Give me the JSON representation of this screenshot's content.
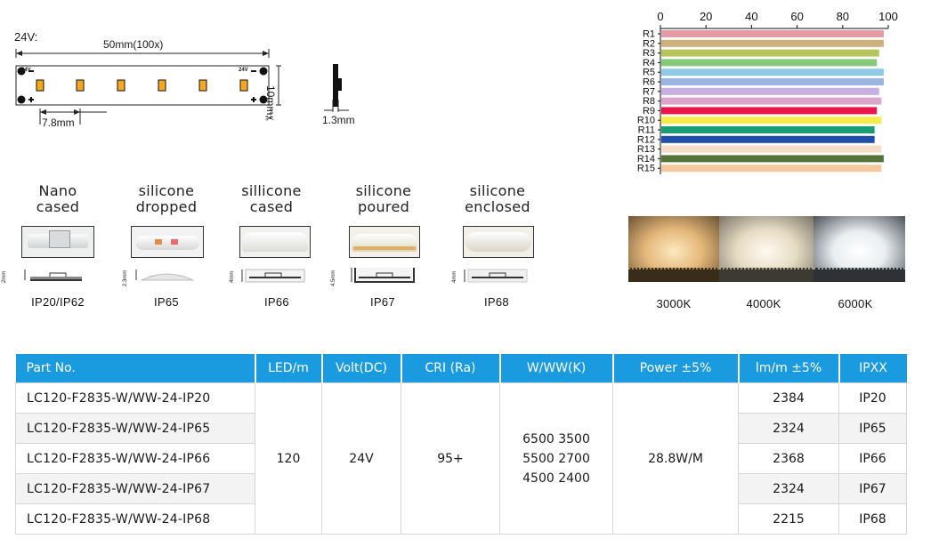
{
  "dimension": {
    "voltage": "24V:",
    "length": "50mm(100x)",
    "pitch": "7.8mm",
    "width": "10mm",
    "thickness": "1.3mm",
    "pcb_marks": [
      "24V",
      "24V"
    ]
  },
  "encapsulations": [
    {
      "line1": "Nano",
      "line2": "cased",
      "height": "2mm",
      "ip": "IP20/IP62"
    },
    {
      "line1": "silicone",
      "line2": "dropped",
      "height": "2.3mm",
      "ip": "IP65"
    },
    {
      "line1": "sillicone",
      "line2": "cased",
      "height": "4mm",
      "ip": "IP66"
    },
    {
      "line1": "silicone",
      "line2": "poured",
      "height": "4.5mm",
      "ip": "IP67"
    },
    {
      "line1": "silicone",
      "line2": "enclosed",
      "height": "4mm",
      "ip": "IP68"
    }
  ],
  "cri_chart": {
    "axis_ticks": [
      "0",
      "20",
      "40",
      "60",
      "80",
      "100"
    ]
  },
  "chart_data": {
    "type": "bar",
    "orientation": "horizontal",
    "categories": [
      "R1",
      "R2",
      "R3",
      "R4",
      "R5",
      "R6",
      "R7",
      "R8",
      "R9",
      "R10",
      "R11",
      "R12",
      "R13",
      "R14",
      "R15"
    ],
    "values": [
      98,
      98,
      96,
      95,
      98,
      98,
      96,
      97,
      95,
      97,
      94,
      94,
      97,
      98,
      97
    ],
    "colors": [
      "#e59aa8",
      "#cdb07c",
      "#b6c45a",
      "#86c97a",
      "#8fcbe6",
      "#9ab5e2",
      "#c7aee0",
      "#dca6cc",
      "#e8164a",
      "#f7ec4c",
      "#1a9c74",
      "#1f4fa6",
      "#f6ddca",
      "#56743a",
      "#f5c99d"
    ],
    "xlim": [
      0,
      100
    ],
    "grid": false,
    "title": "",
    "xlabel": "",
    "ylabel": ""
  },
  "cct": [
    {
      "label": "3000K",
      "color_center": "#fbe6b8",
      "color_edge": "#5c4a2e"
    },
    {
      "label": "4000K",
      "color_center": "#fbf6ea",
      "color_edge": "#6e6a60"
    },
    {
      "label": "6000K",
      "color_center": "#ffffff",
      "color_edge": "#3a3f44"
    }
  ],
  "table": {
    "headers": [
      "Part No.",
      "LED/m",
      "Volt(DC)",
      "CRI (Ra)",
      "W/WW(K)",
      "Power ±5%",
      "lm/m ±5%",
      "IPXX"
    ],
    "rows": [
      {
        "part": "LC120-F2835-W/WW-24-IP20",
        "lm": "2384",
        "ip": "IP20"
      },
      {
        "part": "LC120-F2835-W/WW-24-IP65",
        "lm": "2324",
        "ip": "IP65"
      },
      {
        "part": "LC120-F2835-W/WW-24-IP66",
        "lm": "2368",
        "ip": "IP66"
      },
      {
        "part": "LC120-F2835-W/WW-24-IP67",
        "lm": "2324",
        "ip": "IP67"
      },
      {
        "part": "LC120-F2835-W/WW-24-IP68",
        "lm": "2215",
        "ip": "IP68"
      }
    ],
    "shared": {
      "led_m": "120",
      "volt": "24V",
      "cri": "95+",
      "ww_lines": [
        "6500 3500",
        "5500 2700",
        "4500 2400"
      ],
      "power": "28.8W/M"
    }
  }
}
